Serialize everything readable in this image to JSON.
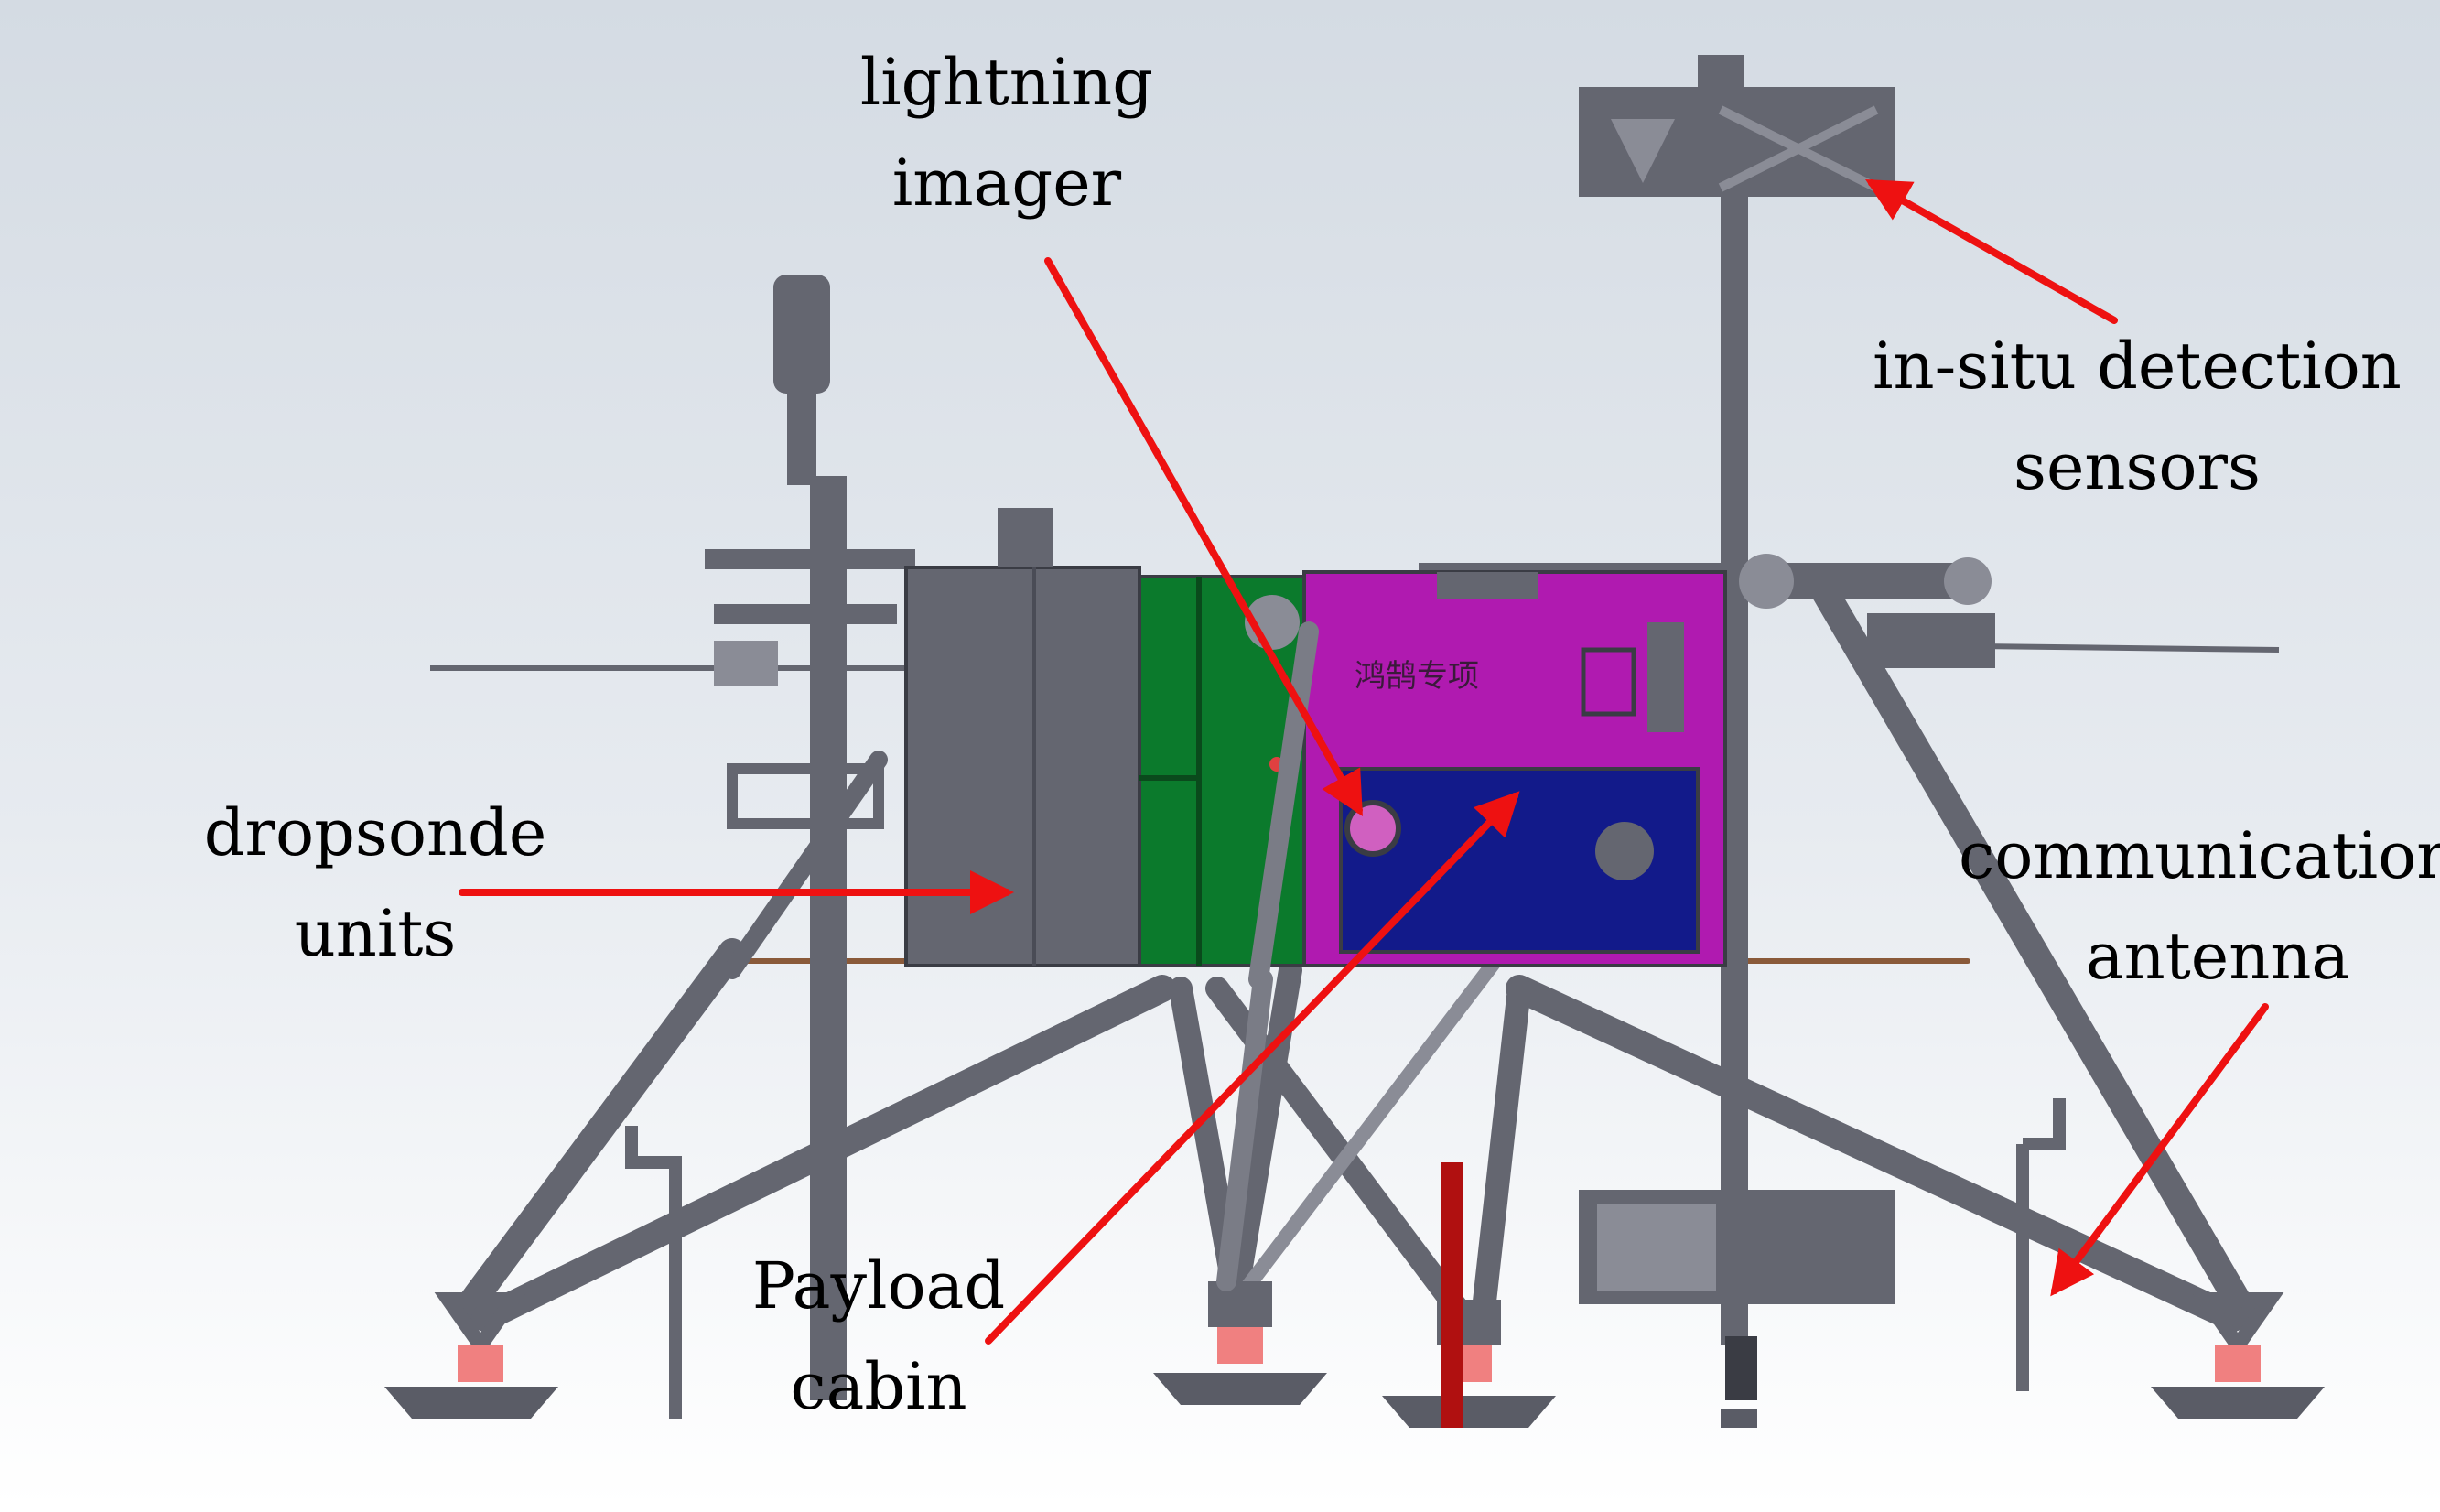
{
  "labels": {
    "lightning_imager": {
      "line1": "lightning",
      "line2": "imager"
    },
    "in_situ": {
      "line1": "in-situ detection",
      "line2": "sensors"
    },
    "dropsonde": {
      "line1": "dropsonde",
      "line2": "units"
    },
    "comm_antenna": {
      "line1": "communication",
      "line2": "antenna"
    },
    "payload_cabin": {
      "line1": "Payload",
      "line2": "cabin"
    }
  },
  "cabin_marking": "鸿鹄专项",
  "colors": {
    "background_top": "#c9d2db",
    "background_bottom": "#ffffff",
    "structure": "#646670",
    "structure_light": "#8a8c96",
    "panel_green": "#0b7a2c",
    "panel_magenta": "#b01ab0",
    "panel_blue": "#121a8a",
    "arrow": "#ee1111",
    "foot_glow": "#f08080"
  }
}
